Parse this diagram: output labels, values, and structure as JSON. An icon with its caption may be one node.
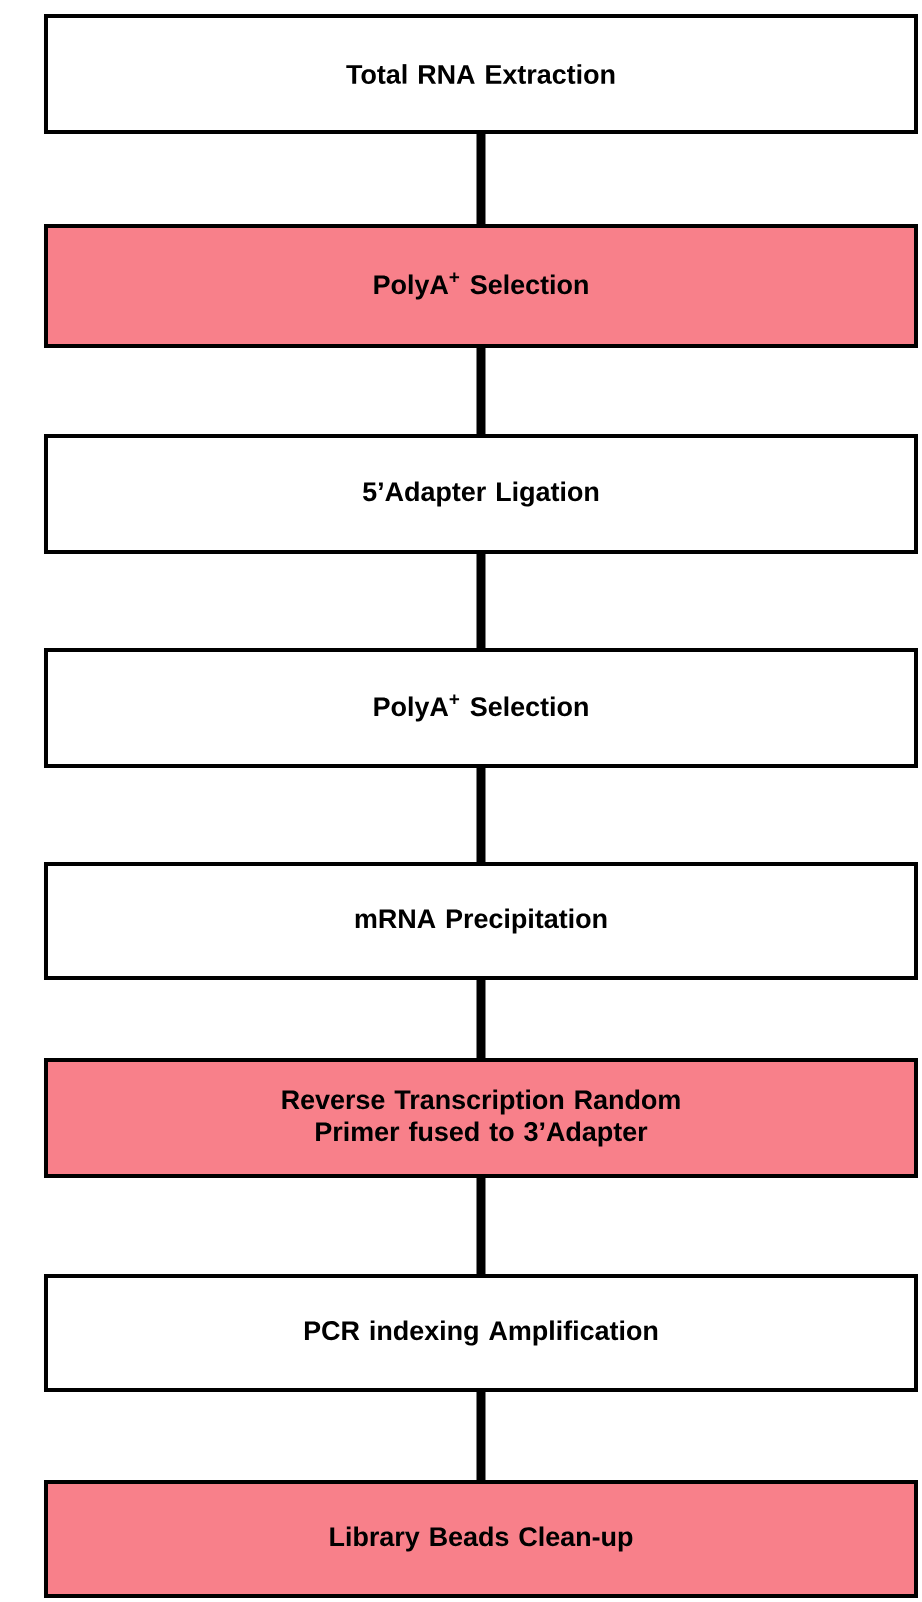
{
  "diagram": {
    "nodes": [
      {
        "text": [
          "Total RNA Extraction"
        ]
      },
      {
        "text": [
          "PolyA$^{+}$ Selection"
        ]
      },
      {
        "text": [
          "5’Adapter Ligation"
        ]
      },
      {
        "text": [
          "PolyA$^{+}$ Selection"
        ]
      },
      {
        "text": [
          "mRNA Precipitation"
        ]
      },
      {
        "text": [
          "Reverse Transcription Random Primer fused to 3’Adapter"
        ]
      },
      {
        "text": [
          "PCR indexing Amplification"
        ]
      },
      {
        "text": [
          "Library Beads Clean-up"
        ]
      }
    ],
    "edges": [
      {
        "from": 0,
        "to": 1,
        "arrow": "none"
      },
      {
        "from": 1,
        "to": 2,
        "arrow": "none"
      },
      {
        "from": 2,
        "to": 3,
        "arrow": "none"
      },
      {
        "from": 3,
        "to": 4,
        "arrow": "none"
      },
      {
        "from": 4,
        "to": 5,
        "arrow": "none"
      },
      {
        "from": 5,
        "to": 6,
        "arrow": "none"
      },
      {
        "from": 6,
        "to": 7,
        "arrow": "none"
      }
    ]
  }
}
